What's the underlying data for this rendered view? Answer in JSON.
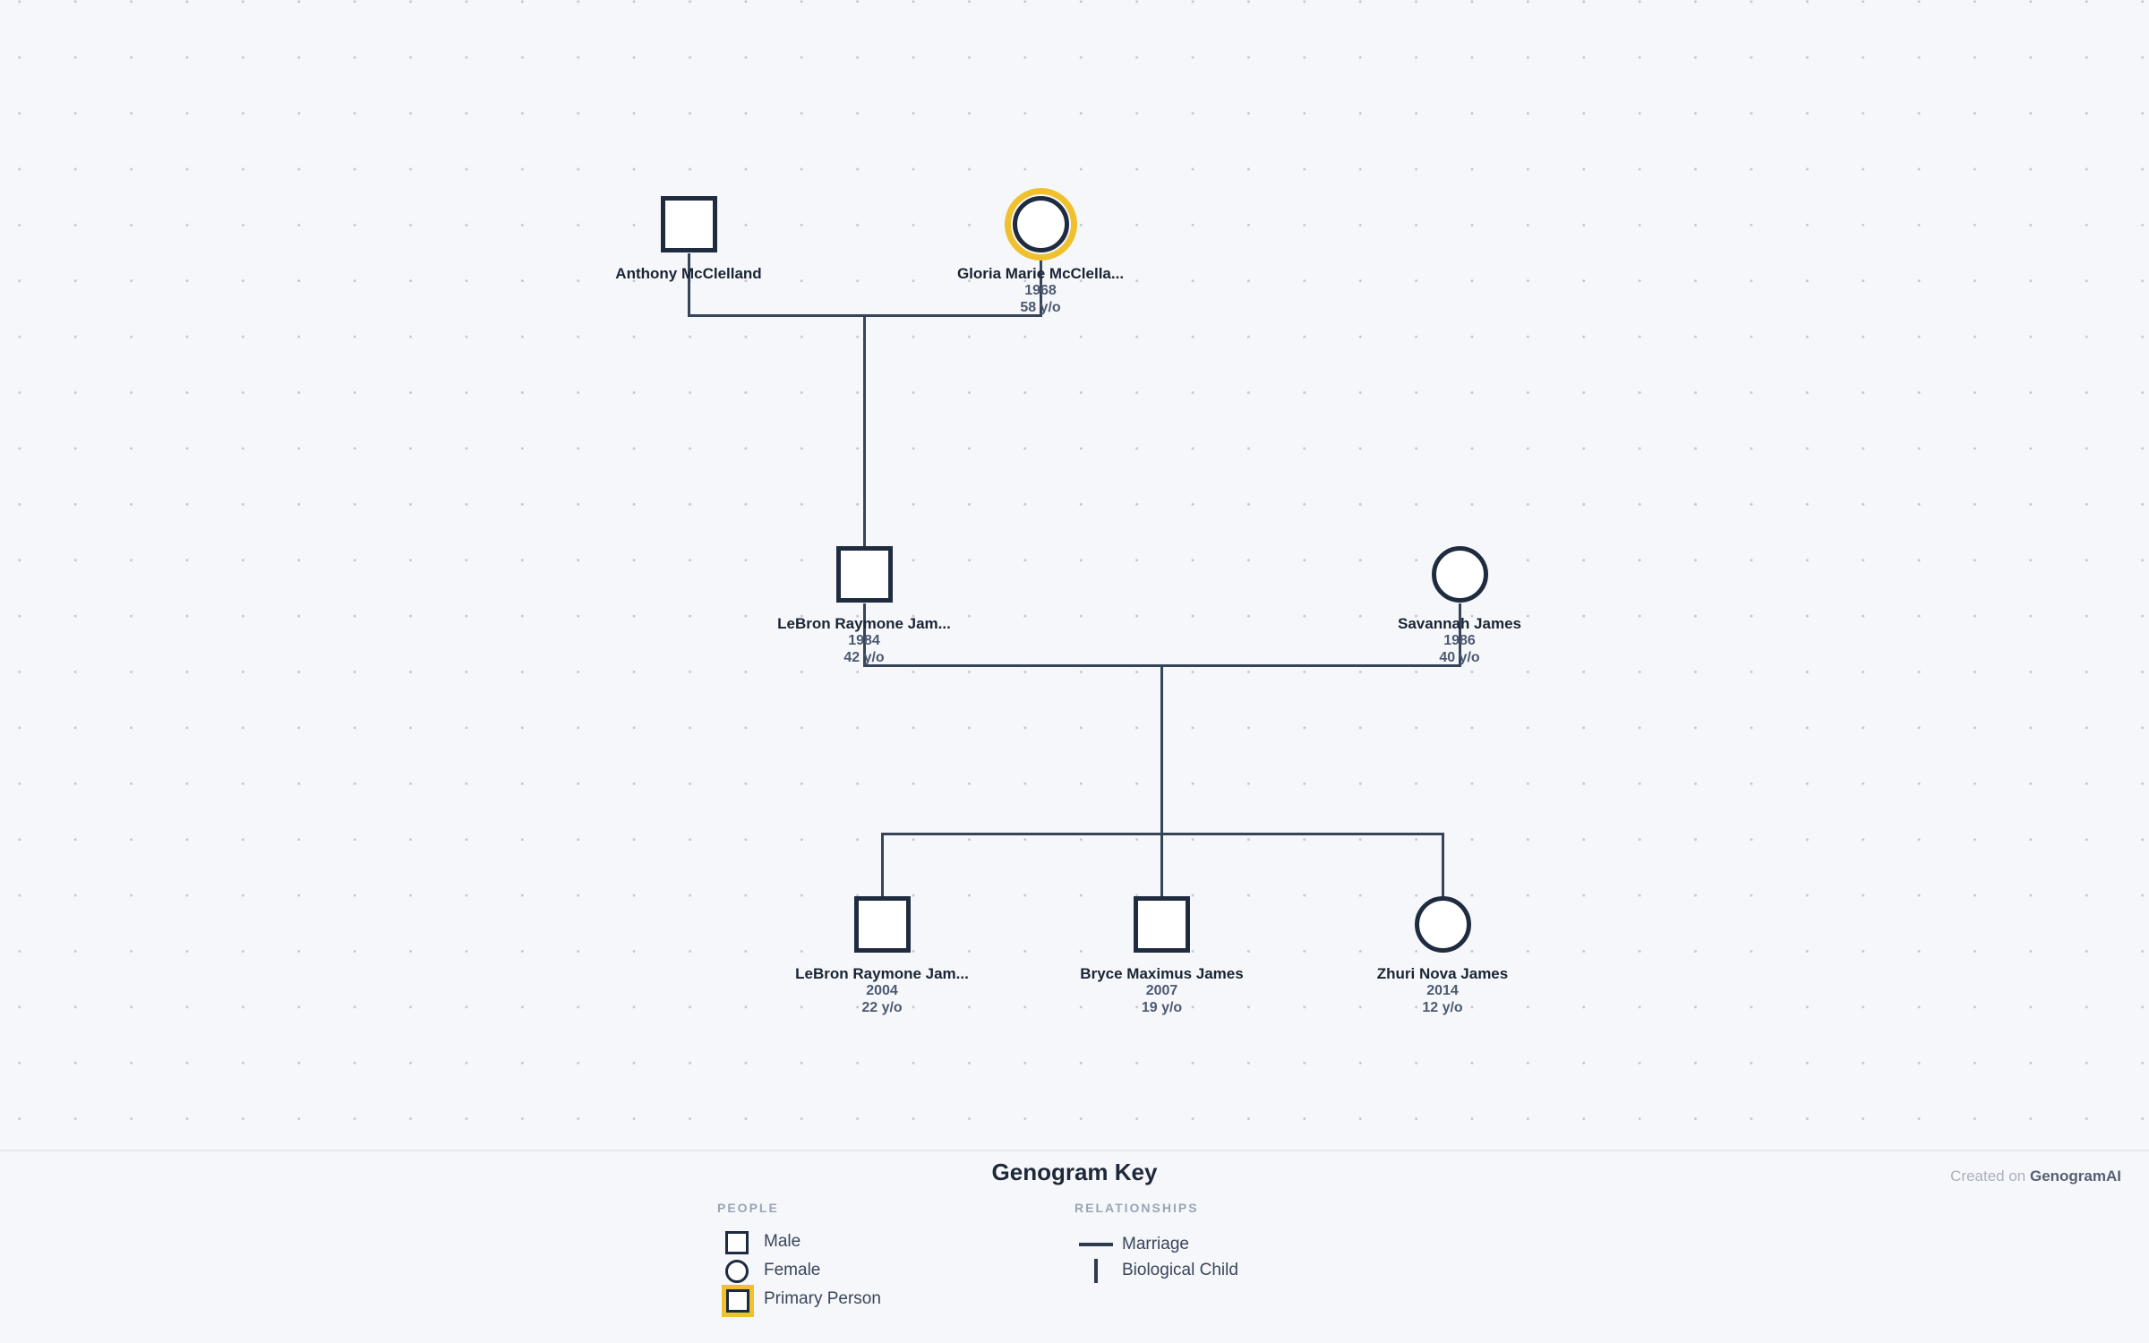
{
  "people": [
    {
      "name": "Anthony McClelland",
      "sex": "male",
      "primary": false
    },
    {
      "name": "Gloria Marie McClella...",
      "sex": "female",
      "primary": true,
      "birth_year": "1968",
      "age": "58 y/o"
    },
    {
      "name": "LeBron Raymone Jam...",
      "sex": "male",
      "primary": false,
      "birth_year": "1984",
      "age": "42 y/o"
    },
    {
      "name": "Savannah James",
      "sex": "female",
      "primary": false,
      "birth_year": "1986",
      "age": "40 y/o"
    },
    {
      "name": "LeBron Raymone Jam...",
      "sex": "male",
      "primary": false,
      "birth_year": "2004",
      "age": "22 y/o"
    },
    {
      "name": "Bryce Maximus James",
      "sex": "male",
      "primary": false,
      "birth_year": "2007",
      "age": "19 y/o"
    },
    {
      "name": "Zhuri Nova James",
      "sex": "female",
      "primary": false,
      "birth_year": "2014",
      "age": "12 y/o"
    }
  ],
  "key": {
    "title": "Genogram Key",
    "people_section": {
      "label": "PEOPLE",
      "male": "Male",
      "female": "Female",
      "primary_person": "Primary Person"
    },
    "relationships_section": {
      "label": "RELATIONSHIPS",
      "marriage": "Marriage",
      "biological_child": "Biological Child"
    }
  },
  "credit": {
    "created_on": "Created on ",
    "brand": "GenogramAI"
  },
  "colors": {
    "background": "#F6F7FA",
    "symbol_stroke": "#1F2B3F",
    "connector_line": "#36445A",
    "primary_highlight": "#F0C12D",
    "name_text": "#1A2433",
    "meta_text": "#4C5970"
  }
}
